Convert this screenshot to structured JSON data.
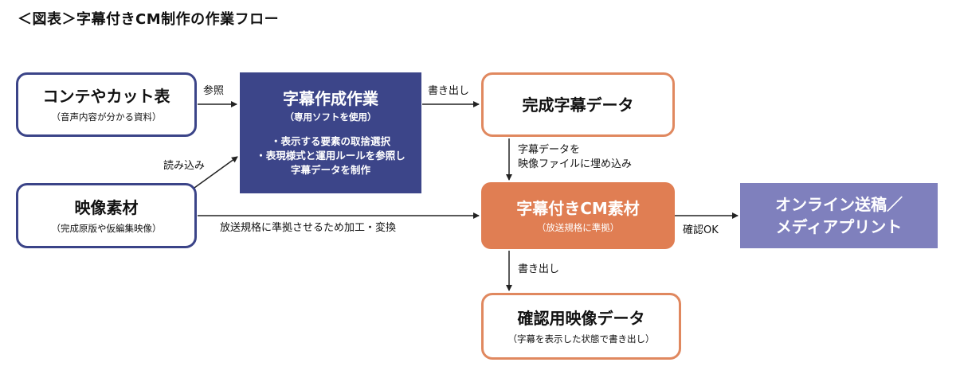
{
  "title": "＜図表＞字幕付きCM制作の作業フロー",
  "nodes": {
    "storyboard": {
      "label": "コンテやカット表",
      "sub": "（音声内容が分かる資料）"
    },
    "footage": {
      "label": "映像素材",
      "sub": "（完成原版や仮編集映像）"
    },
    "subtitle_work": {
      "label": "字幕作成作業",
      "sub": "（専用ソフトを使用）",
      "bullets": [
        "・表示する要素の取捨選択",
        "・表現様式と運用ルールを参照し",
        "字幕データを制作"
      ]
    },
    "subtitle_data": {
      "label": "完成字幕データ"
    },
    "cm_material": {
      "label": "字幕付きCM素材",
      "sub": "（放送規格に準拠）"
    },
    "check_video": {
      "label": "確認用映像データ",
      "sub": "（字幕を表示した状態で書き出し）"
    },
    "online": {
      "label_lines": [
        "オンライン送稿／",
        "メディアプリント"
      ]
    }
  },
  "edges": {
    "reference": "参照",
    "load": "読み込み",
    "export1": "書き出し",
    "embed_lines": [
      "字幕データを",
      "映像ファイルに埋め込み"
    ],
    "process": "放送規格に準拠させるため加工・変換",
    "confirm_ok": "確認OK",
    "export2": "書き出し"
  },
  "colors": {
    "navy": "#3b4488",
    "navy_fill": "#3c4589",
    "orange": "#e0885f",
    "orange_fill": "#e07e53",
    "lavender": "#7f80bd",
    "arrow": "#222222"
  }
}
